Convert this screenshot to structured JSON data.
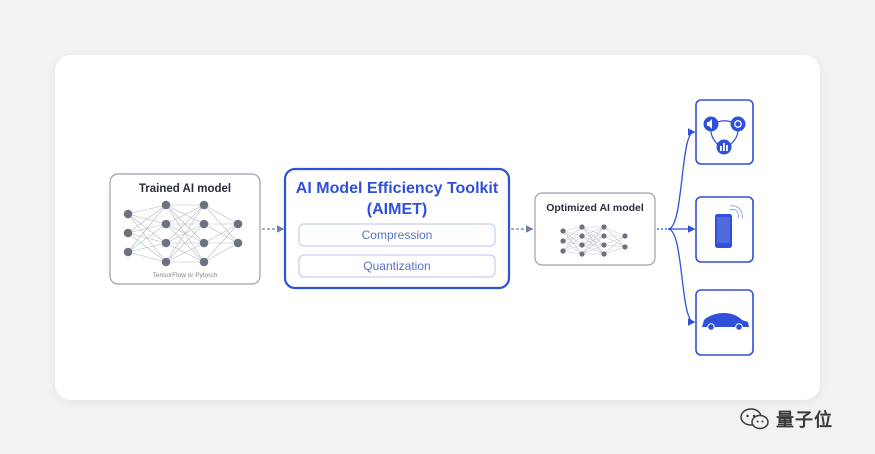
{
  "trained_model": {
    "title": "Trained AI model",
    "caption": "TensorFlow or Pytorch"
  },
  "toolkit": {
    "title_line1": "AI Model Efficiency Toolkit",
    "title_line2": "(AIMET)",
    "steps": [
      "Compression",
      "Quantization"
    ]
  },
  "optimized_model": {
    "title": "Optimized AI model"
  },
  "targets": [
    {
      "icon": "iot-devices-icon"
    },
    {
      "icon": "smartphone-icon"
    },
    {
      "icon": "car-icon"
    }
  ],
  "colors": {
    "accent": "#2f50d8",
    "box_border": "#8a93a3",
    "node": "#6b7280",
    "arrow": "#6b7fa8"
  },
  "watermark": {
    "text": "量子位"
  }
}
